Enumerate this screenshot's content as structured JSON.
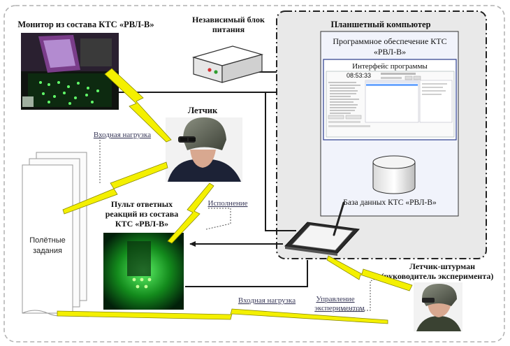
{
  "labels": {
    "monitor_title": "Монитор из состава КТС «РВЛ-В»",
    "power_title_1": "Независимый блок",
    "power_title_2": "питания",
    "tablet_title": "Планшетный компьютер",
    "software_title_1": "Программное обеспечение КТС",
    "software_title_2": "«РВЛ-В»",
    "interface_title": "Интерфейс программы",
    "database_title": "База данных КТС «РВЛ-В»",
    "pilot_title": "Летчик",
    "input_load_top": "Входная нагрузка",
    "execution": "Исполнение",
    "console_title_1": "Пульт ответных",
    "console_title_2": "реакций из состава",
    "console_title_3": "КТС «РВЛ-В»",
    "flight_tasks_1": "Полётные",
    "flight_tasks_2": "задания",
    "input_load_bottom": "Входная нагрузка",
    "experiment_control_1": "Управление",
    "experiment_control_2": "экспериментом",
    "navigator_title_1": "Летчик-штурман",
    "navigator_title_2": "(руководитель эксперимента)"
  },
  "program_ui": {
    "timer": "08:53:33"
  },
  "colors": {
    "lightning": "#f4f000",
    "lightning_stroke": "#8a8a00",
    "tablet_bg": "#e9e9e9",
    "panel_bg": "#f1f3fb",
    "arrow": "#1a1a1a",
    "green_glow": "#34d23a"
  },
  "icons": {
    "power_unit": "power-supply-box-icon",
    "database": "database-cylinder-icon",
    "tablet": "tablet-stylus-icon",
    "flight_tasks": "document-stack-icon"
  }
}
